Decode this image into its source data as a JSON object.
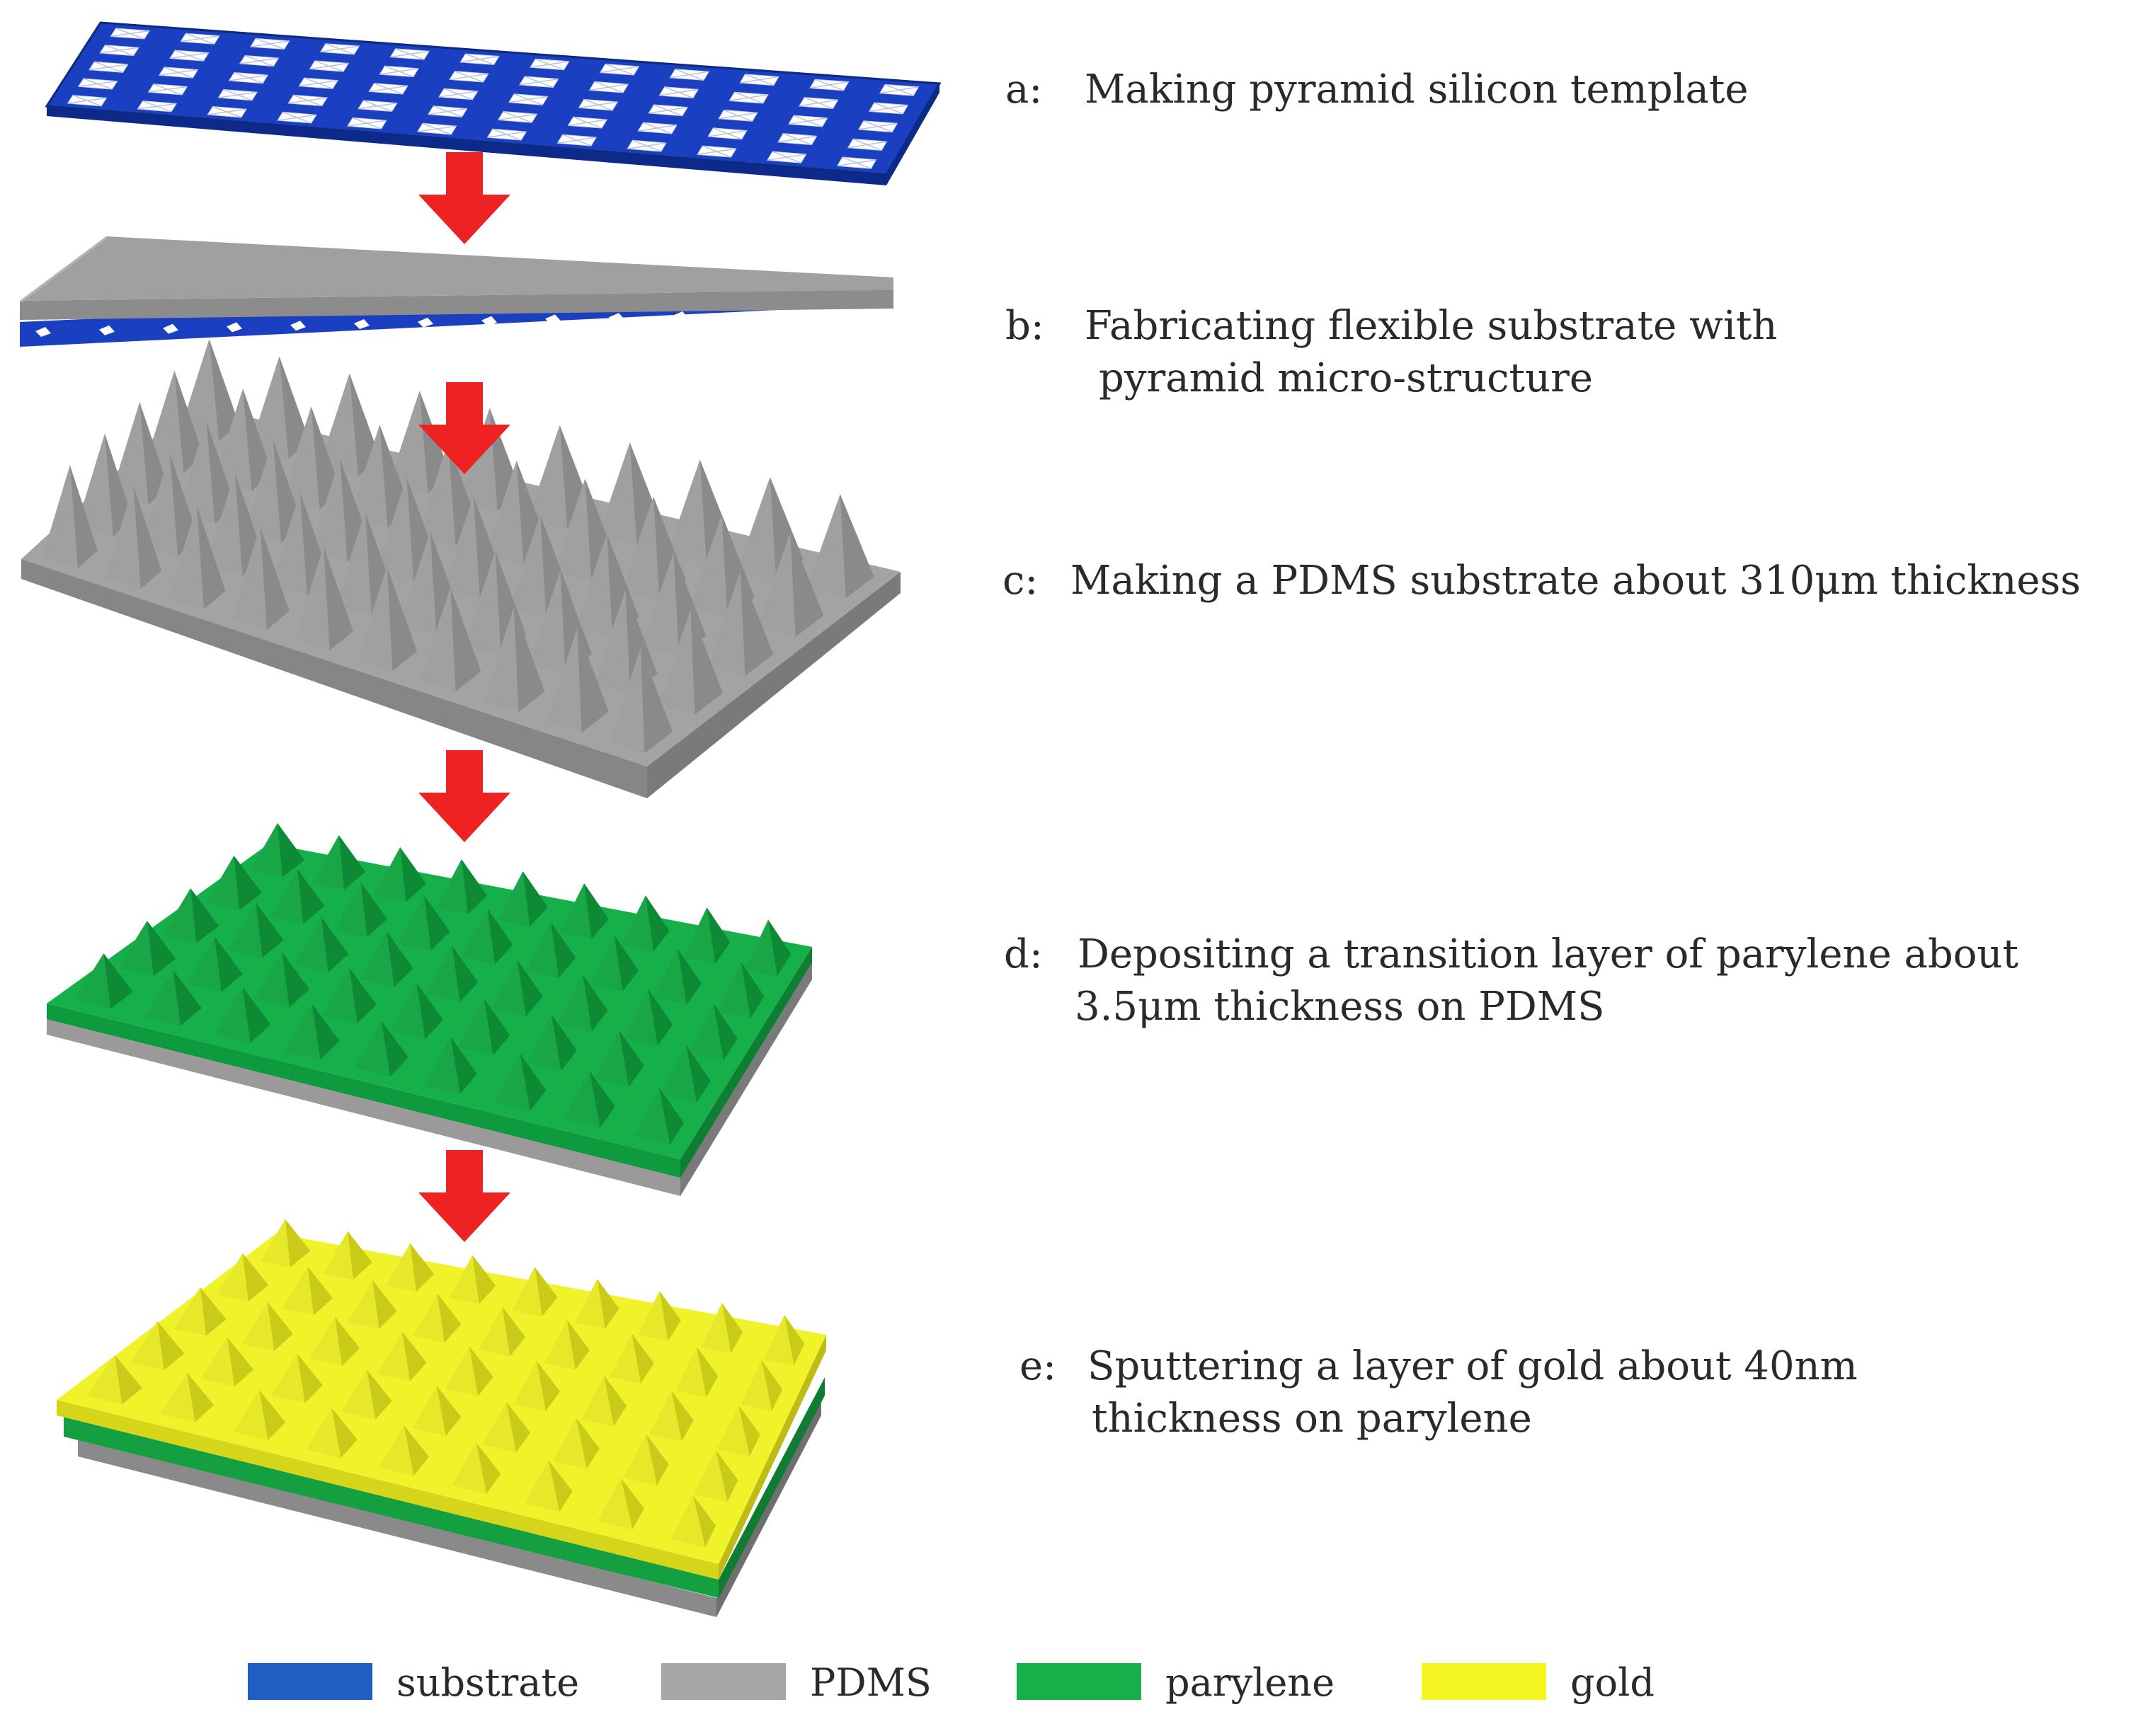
{
  "steps": [
    {
      "id": "a",
      "letter": "a:",
      "text": "Making pyramid silicon template",
      "line2": ""
    },
    {
      "id": "b",
      "letter": "b:",
      "text": "Fabricating flexible substrate with",
      "line2": "pyramid micro-structure"
    },
    {
      "id": "c",
      "letter": "c:",
      "text": "Making a PDMS substrate about 310μm thickness",
      "line2": ""
    },
    {
      "id": "d",
      "letter": "d:",
      "text": "Depositing a transition layer of parylene about",
      "line2": "3.5μm thickness on PDMS"
    },
    {
      "id": "e",
      "letter": "e:",
      "text": "Sputtering a layer of gold about 40nm",
      "line2": "thickness on parylene"
    }
  ],
  "legend": [
    {
      "label": "substrate",
      "color": "#1f5fc4"
    },
    {
      "label": "PDMS",
      "color": "#a6a6a6"
    },
    {
      "label": "parylene",
      "color": "#16b04a"
    },
    {
      "label": "gold",
      "color": "#f4f521"
    }
  ],
  "colors": {
    "arrow": "#ee2222",
    "substrate_top": "#1a3fc0",
    "substrate_side": "#0d2a8a",
    "pdms_top": "#9d9d9d",
    "pdms_side": "#6f6f6f",
    "parylene_top": "#16b04a",
    "parylene_side": "#0e7d33",
    "gold_top": "#f1f32a",
    "gold_side": "#c8c81a"
  }
}
